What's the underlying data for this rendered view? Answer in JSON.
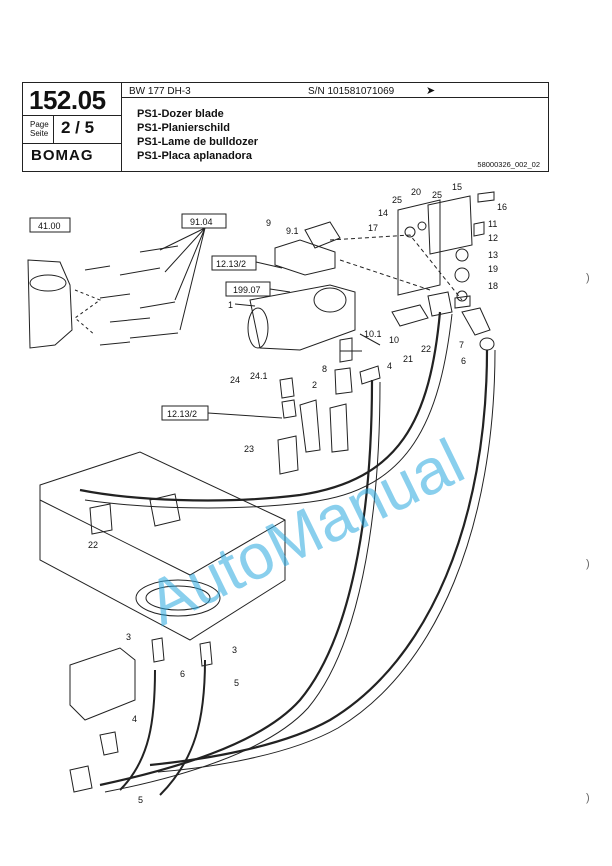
{
  "header": {
    "page_number": "152.05",
    "page_label": "Page\nSeite",
    "page_value": "2 / 5",
    "brand": "BOMAG",
    "model": "BW 177 DH-3",
    "serial": "S/N 101581071069",
    "arrow": "➤",
    "titles": [
      "PS1-Dozer blade",
      "PS1-Planierschild",
      "PS1-Lame de bulldozer",
      "PS1-Placa aplanadora"
    ],
    "doc_ref": "58000326_002_02"
  },
  "drawing": {
    "ref_boxes": [
      "41.00",
      "91.04",
      "12.13/2",
      "199.07",
      "12.13/2"
    ],
    "callouts": [
      "9",
      "9.1",
      "1",
      "25",
      "20",
      "25",
      "15",
      "16",
      "14",
      "17",
      "11",
      "12",
      "13",
      "19",
      "18",
      "10.1",
      "10",
      "21",
      "22",
      "7",
      "6",
      "8",
      "2",
      "4",
      "24",
      "24.1",
      "23",
      "22",
      "3",
      "3",
      "6",
      "5",
      "4",
      "5"
    ],
    "watermark": "AutoManual"
  },
  "margin_marks": [
    ")",
    ")",
    ")"
  ]
}
